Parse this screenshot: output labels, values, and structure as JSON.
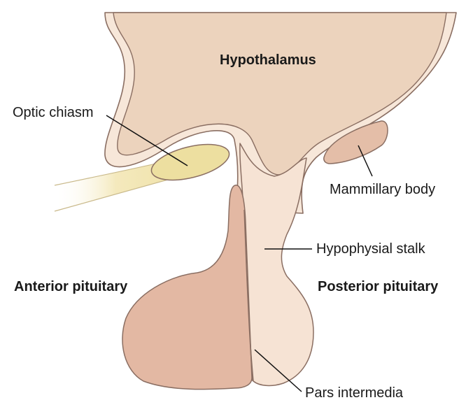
{
  "labels": {
    "hypothalamus": "Hypothalamus",
    "optic_chiasm": "Optic chiasm",
    "mammillary_body": "Mammillary body",
    "hypophysial_stalk": "Hypophysial stalk",
    "anterior_pituitary": "Anterior pituitary",
    "posterior_pituitary": "Posterior pituitary",
    "pars_intermedia": "Pars intermedia"
  },
  "colors": {
    "hypothalamus_fill": "#ecd5c0",
    "hypothalamus_wall": "#f6e6d8",
    "outline": "#8a6e62",
    "optic_fill": "#ecdf9c",
    "optic_tract": "#f6ecc2",
    "mammillary_fill": "#e4bfa8",
    "anterior_fill": "#e3b9a5",
    "posterior_fill": "#f6e3d4",
    "leader_line": "#111111"
  }
}
